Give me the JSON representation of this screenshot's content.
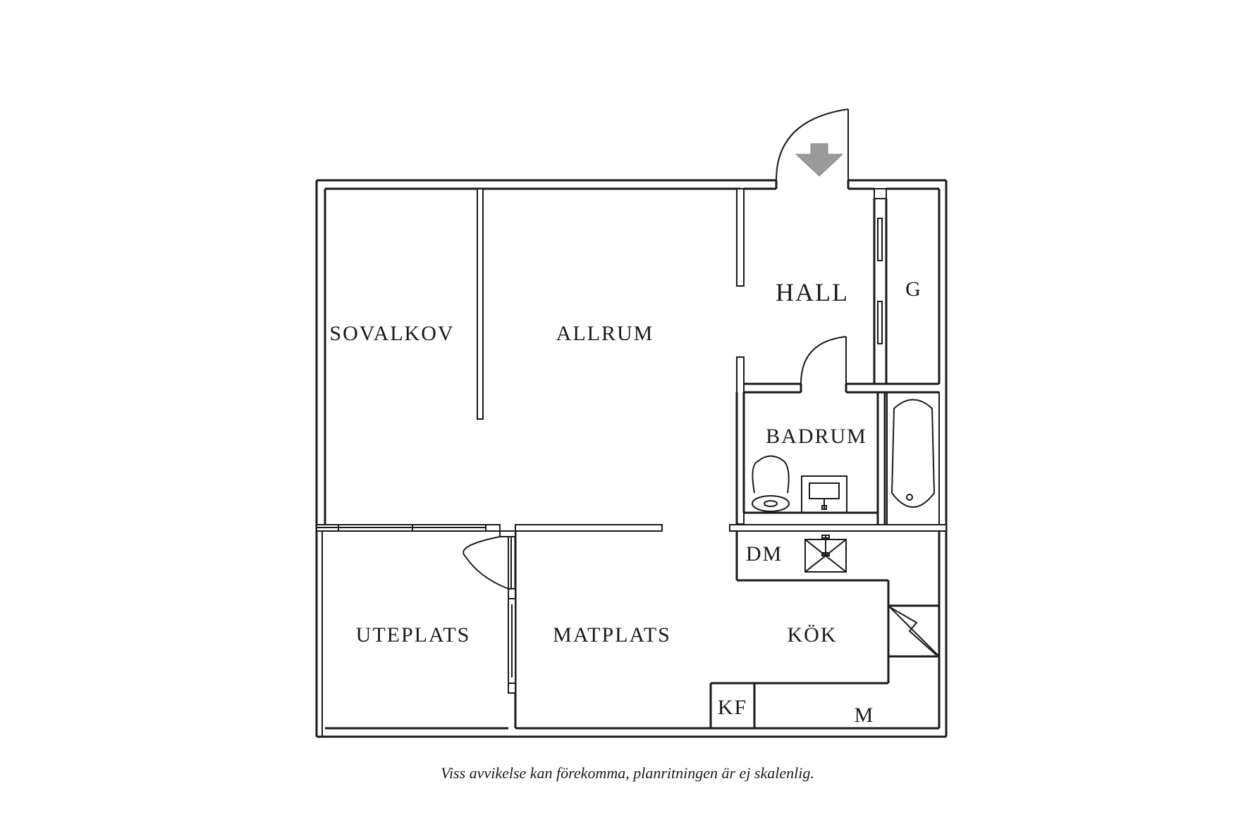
{
  "rooms": {
    "sovalkov": "SOVALKOV",
    "allrum": "ALLRUM",
    "hall": "HALL",
    "garderob": "G",
    "badrum": "BADRUM",
    "dm": "DM",
    "uteplats": "UTEPLATS",
    "matplats": "MATPLATS",
    "kok": "KÖK",
    "kf": "KF",
    "m": "M"
  },
  "disclaimer": "Viss avvikelse kan förekomma, planritningen är ej skalenlig.",
  "icons": {
    "entrance": "entrance-arrow-icon"
  }
}
